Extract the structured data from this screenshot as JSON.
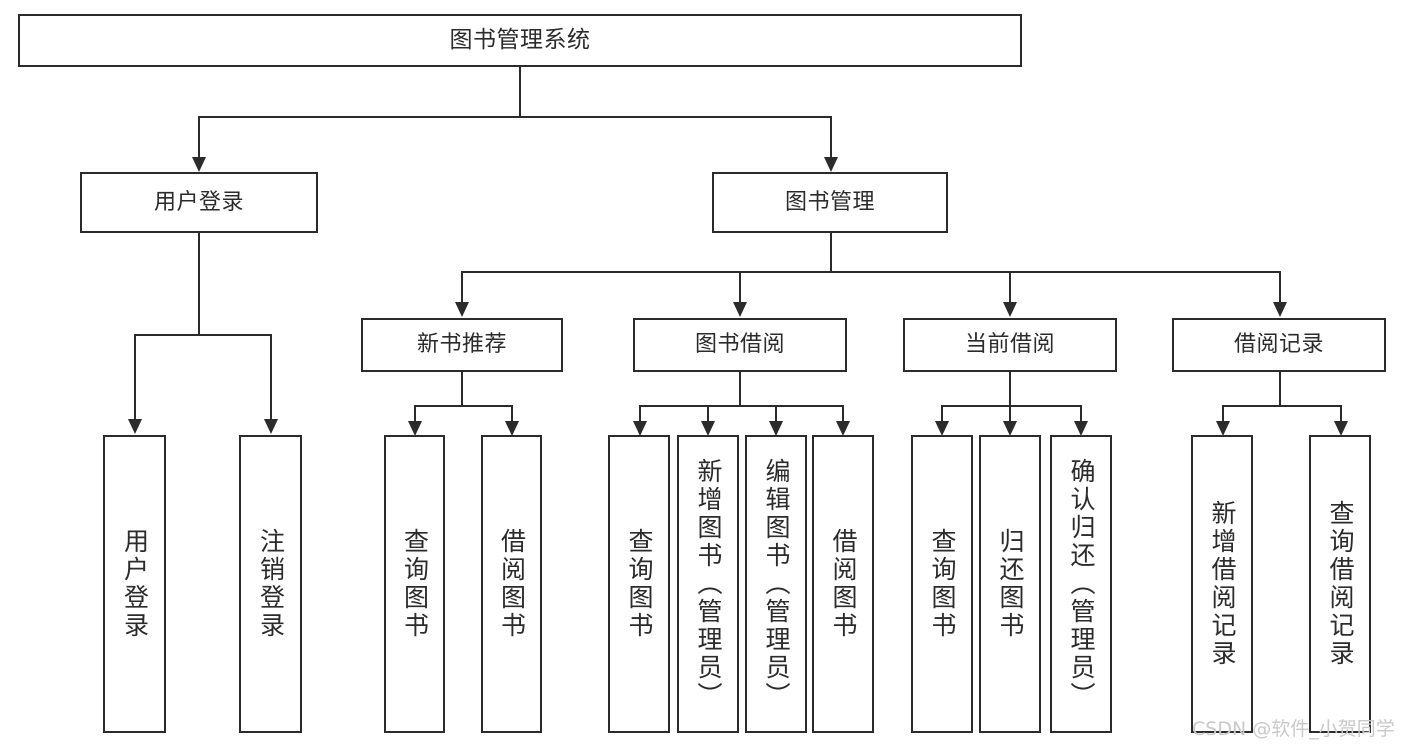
{
  "diagram": {
    "title": "图书管理系统",
    "type": "function-structure-tree",
    "root": {
      "label": "图书管理系统"
    },
    "level2": [
      {
        "label": "用户登录"
      },
      {
        "label": "图书管理"
      }
    ],
    "level3": [
      {
        "label": "新书推荐"
      },
      {
        "label": "图书借阅"
      },
      {
        "label": "当前借阅"
      },
      {
        "label": "借阅记录"
      }
    ],
    "leaves": {
      "user_login": [
        {
          "label": "用户登录"
        },
        {
          "label": "注销登录"
        }
      ],
      "new_book_recommend": [
        {
          "label": "查询图书"
        },
        {
          "label": "借阅图书"
        }
      ],
      "book_borrow": [
        {
          "label": "查询图书"
        },
        {
          "label": "新增图书（管理员）"
        },
        {
          "label": "编辑图书（管理员）"
        },
        {
          "label": "借阅图书"
        }
      ],
      "current_borrow": [
        {
          "label": "查询图书"
        },
        {
          "label": "归还图书"
        },
        {
          "label": "确认归还（管理员）"
        }
      ],
      "borrow_record": [
        {
          "label": "新增借阅记录"
        },
        {
          "label": "查询借阅记录"
        }
      ]
    }
  },
  "watermark": {
    "text": "CSDN @软件_小贺同学"
  },
  "colors": {
    "stroke": "#2b2b2b",
    "background": "#ffffff",
    "text": "#2b2b2b",
    "watermark": "#c9c9c9"
  }
}
